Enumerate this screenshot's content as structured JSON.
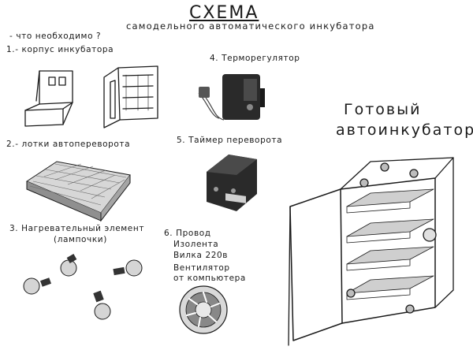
{
  "header": {
    "title": "СХЕМА",
    "subtitle": "самодельного автоматического инкубатора"
  },
  "question": "- что необходимо ?",
  "items": {
    "item1": "1.- корпус инкубатора",
    "item2": "2.- лотки автопереворота",
    "item3_line1": "3. Нагревательный элемент",
    "item3_line2": "(лампочки)",
    "item4": "4. Терморегулятор",
    "item5": "5. Таймер переворота",
    "item6_line1": "6. Провод",
    "item6_line2": "Изолента",
    "item6_line3": "Вилка 220в",
    "item6_line4": "Вентилятор",
    "item6_line5": "от компьютера"
  },
  "ready": {
    "line1": "Готовый",
    "line2": "автоинкубатор"
  },
  "icons": [
    "incubator-box-sketch",
    "incubator-cabinet-sketch",
    "thermostat-icon",
    "egg-tray-icon",
    "timer-icon",
    "lamp-icon",
    "fan-icon",
    "finished-incubator-sketch"
  ],
  "colors": {
    "ink": "#1a1a1a",
    "paper": "#ffffff",
    "device": "#2a2a2a"
  }
}
